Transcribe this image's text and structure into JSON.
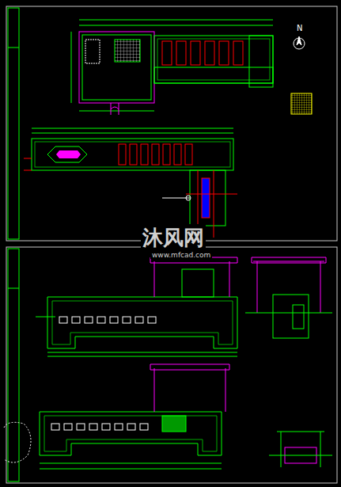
{
  "diagram": {
    "labels": [
      "N",
      "沐风网",
      "www.mfcad.com"
    ]
  }
}
